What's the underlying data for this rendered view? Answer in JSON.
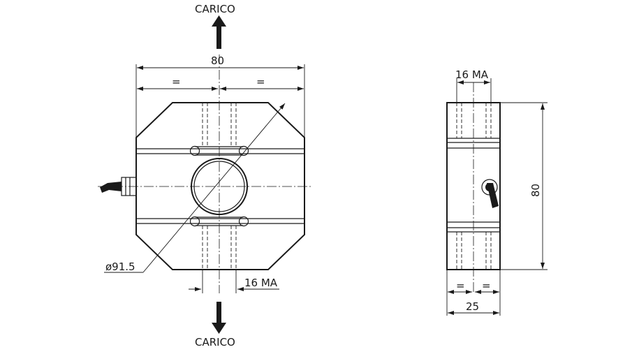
{
  "labels": {
    "load_top": "CARICO",
    "load_bottom": "CARICO",
    "width_front": "80",
    "equal_left": "=",
    "equal_right": "=",
    "diameter": "ø91.5",
    "thread_front": "16 MA",
    "thread_side": "16 MA",
    "height_side": "80",
    "equal_side_left": "=",
    "equal_side_right": "=",
    "depth_side": "25"
  },
  "colors": {
    "ink": "#1a1a1a",
    "background": "#ffffff"
  }
}
